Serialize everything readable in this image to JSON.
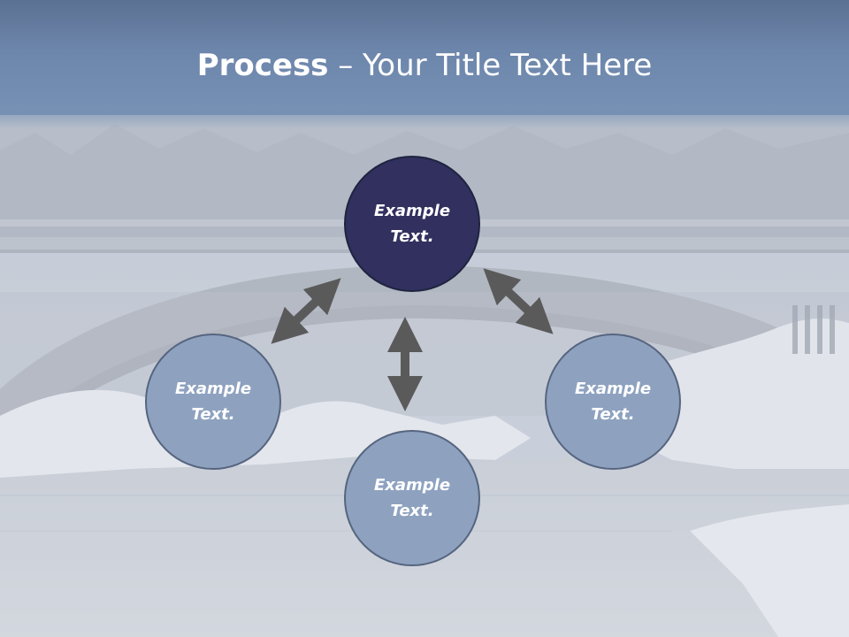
{
  "slide": {
    "title_bold": "Process",
    "title_rest": " – Your Title Text Here"
  },
  "diagram": {
    "nodes": [
      {
        "id": "top",
        "text": "Example Text."
      },
      {
        "id": "left",
        "text": "Example Text."
      },
      {
        "id": "bottom",
        "text": "Example Text."
      },
      {
        "id": "right",
        "text": "Example Text."
      }
    ],
    "connectors": [
      {
        "from": "top",
        "to": "left",
        "type": "double-arrow"
      },
      {
        "from": "top",
        "to": "bottom",
        "type": "double-arrow"
      },
      {
        "from": "top",
        "to": "right",
        "type": "double-arrow"
      }
    ]
  },
  "colors": {
    "title_band": "#6d86ab",
    "node_dark": "#32305f",
    "node_light": "#8ea2c0",
    "arrow": "#5a5a5a"
  }
}
